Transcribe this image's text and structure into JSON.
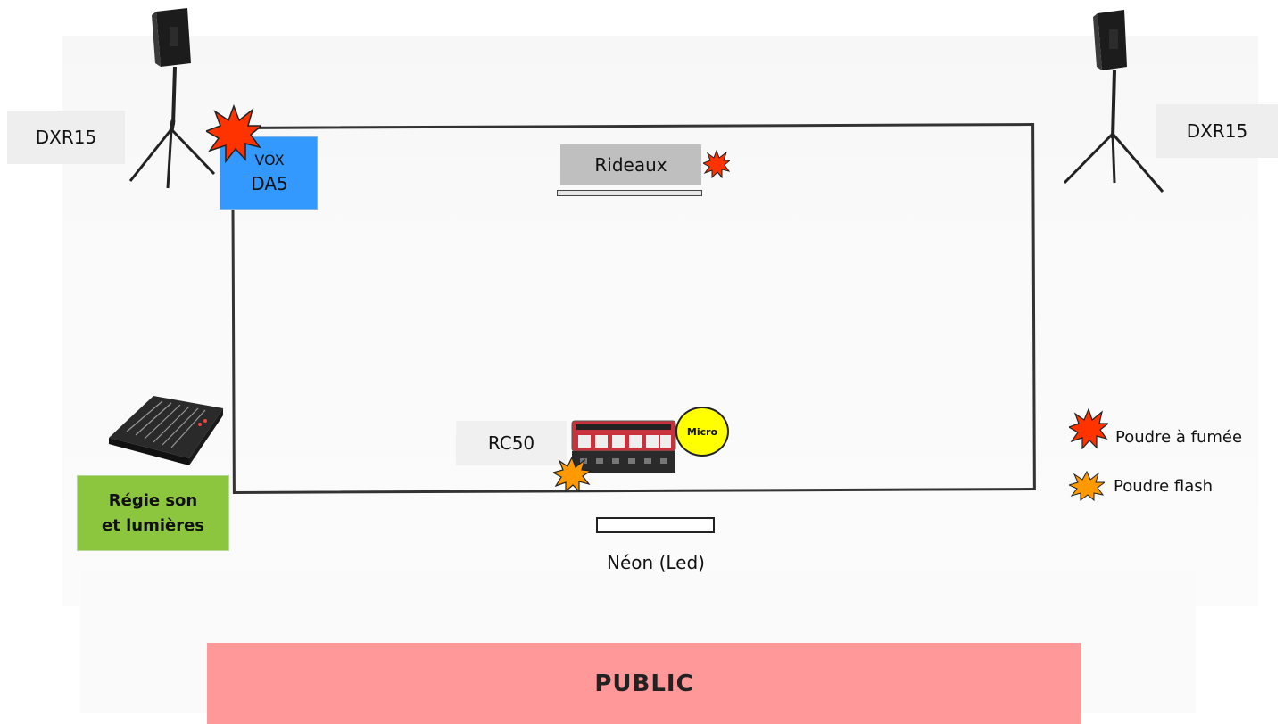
{
  "speakers": {
    "left_label": "DXR15",
    "right_label": "DXR15"
  },
  "amp": {
    "brand": "VOX",
    "model": "DA5"
  },
  "rideaux": "Rideaux",
  "rc50": "RC50",
  "micro": "Micro",
  "neon": "Néon (Led)",
  "regie": {
    "line1": "Régie son",
    "line2": "et lumières"
  },
  "public": "PUBLIC",
  "legend": {
    "smoke": "Poudre à fumée",
    "flash": "Poudre flash"
  },
  "colors": {
    "amp_blue": "#3399ff",
    "regie_green": "#8cc63f",
    "public_pink": "#ff9999",
    "micro_yellow": "#ffff00",
    "smoke_red": "#ff3300",
    "flash_orange": "#ff9900",
    "label_gray": "#eeeeee",
    "rideaux_gray": "#bfbfbf"
  }
}
